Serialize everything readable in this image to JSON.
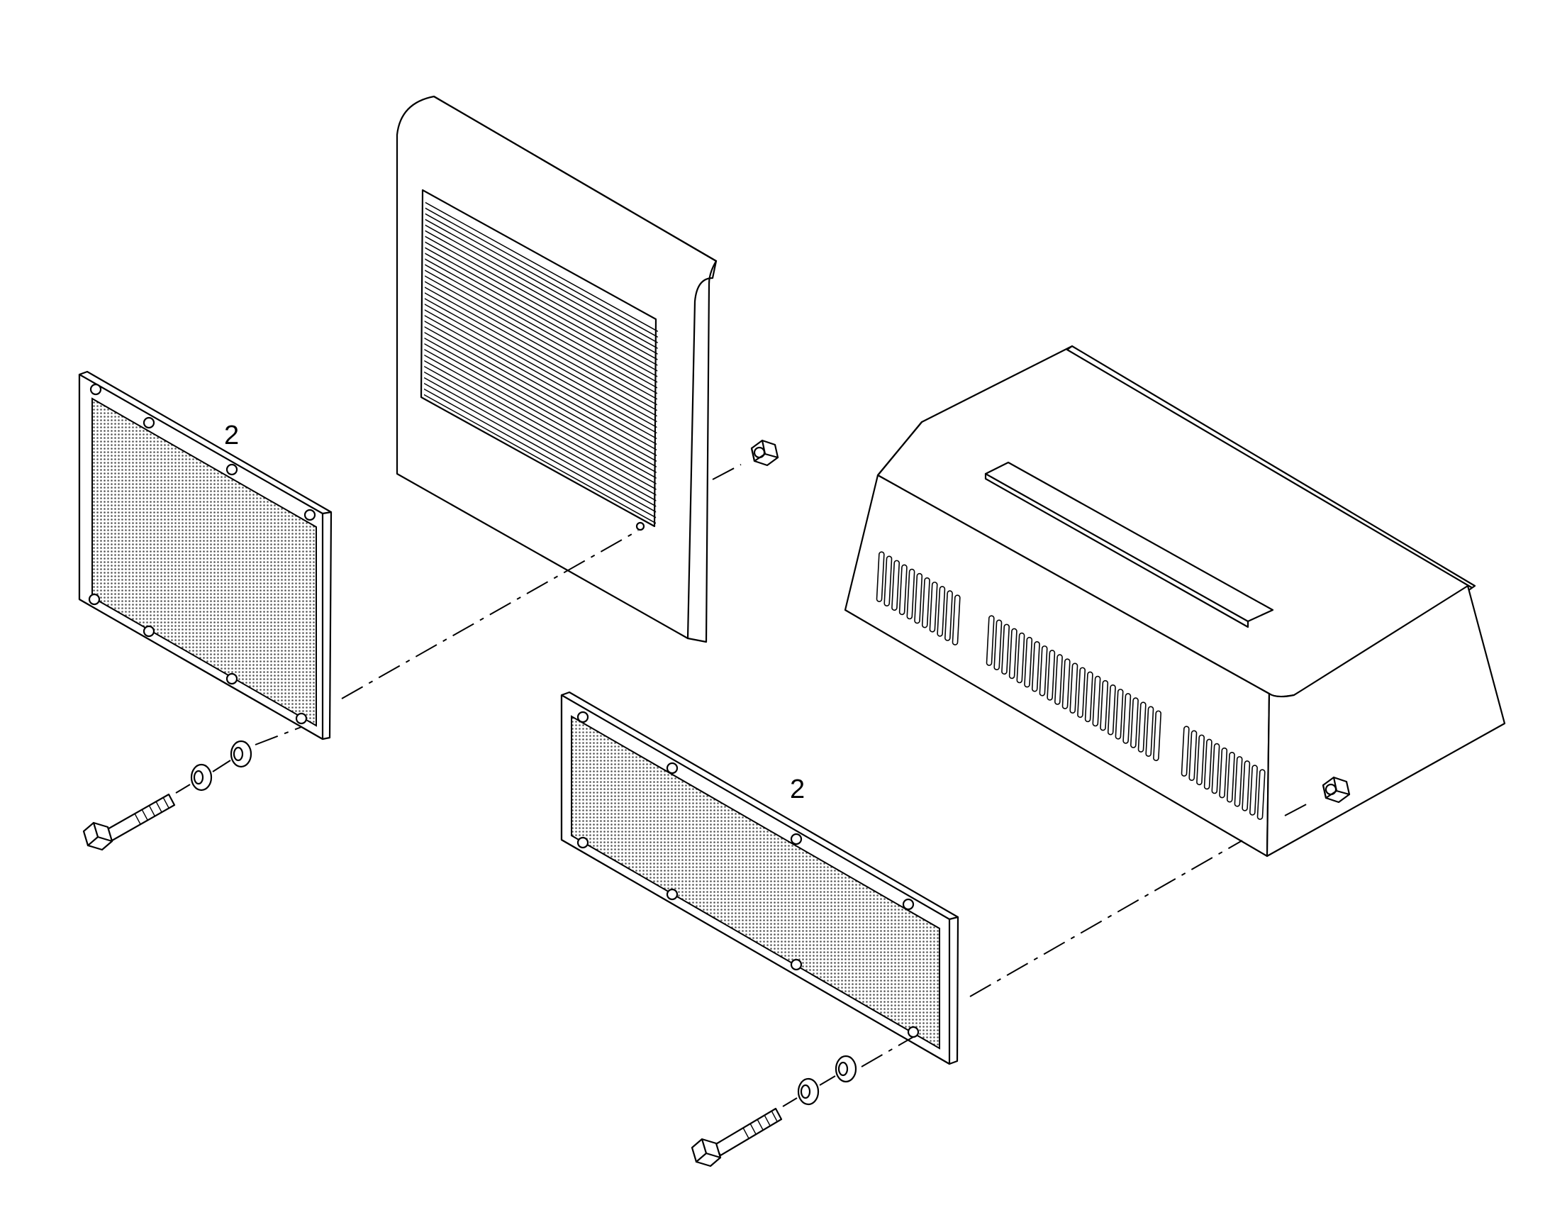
{
  "figure": {
    "callouts": [
      {
        "id": "grille-left",
        "text": "2"
      },
      {
        "id": "grille-right",
        "text": "2"
      }
    ],
    "parts": [
      "left-grille-panel",
      "right-grille-panel",
      "left-cover-panel",
      "right-housing",
      "left-hex-bolt",
      "left-lock-washer",
      "left-flat-washer",
      "left-hex-nut",
      "right-hex-bolt",
      "right-lock-washer",
      "right-flat-washer",
      "right-hex-nut"
    ],
    "colors": {
      "line": "#000000",
      "mesh": "#c8c8c8",
      "background": "#ffffff"
    }
  }
}
